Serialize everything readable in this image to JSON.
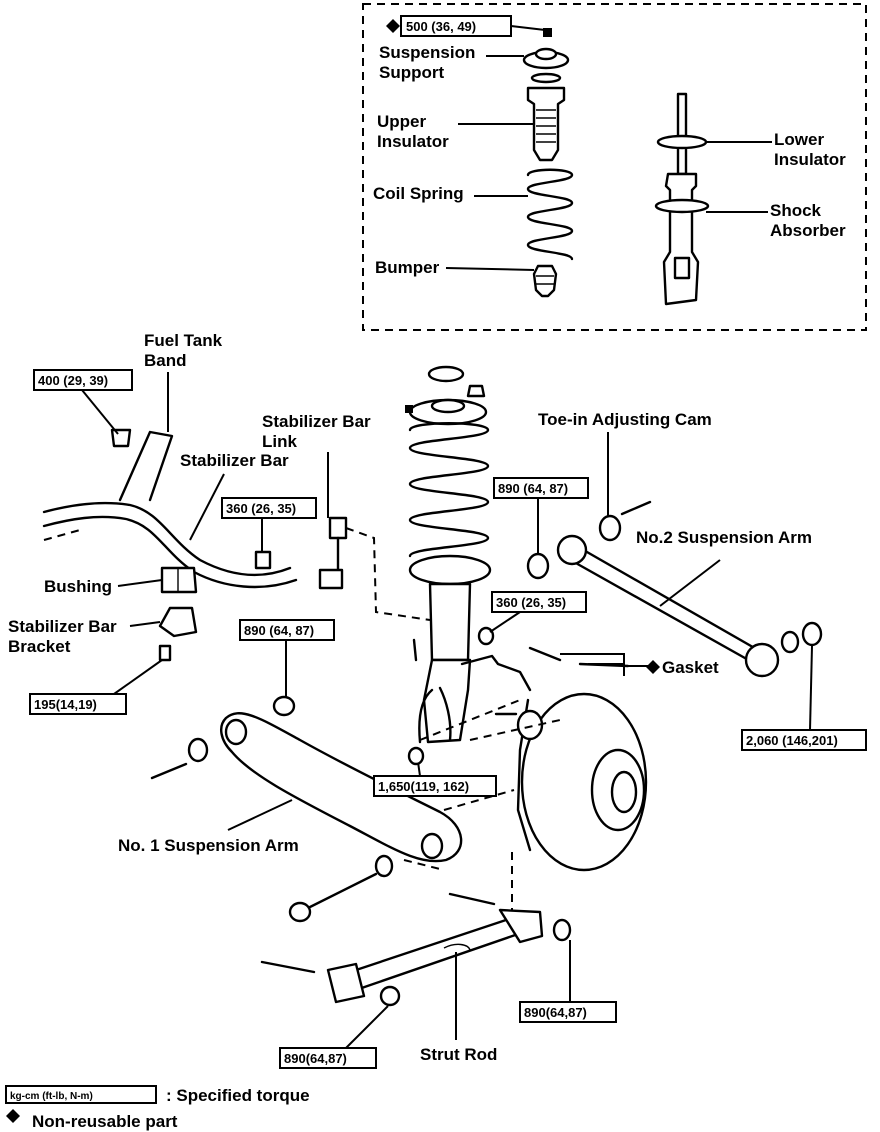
{
  "labels": {
    "suspension_support": [
      "Suspension",
      "Support"
    ],
    "upper_insulator": [
      "Upper",
      "Insulator"
    ],
    "coil_spring": "Coil Spring",
    "bumper": "Bumper",
    "lower_insulator": [
      "Lower",
      "Insulator"
    ],
    "shock_absorber": [
      "Shock",
      "Absorber"
    ],
    "fuel_tank_band": [
      "Fuel Tank",
      "Band"
    ],
    "stabilizer_bar_link": [
      "Stabilizer Bar",
      "Link"
    ],
    "stabilizer_bar": "Stabilizer Bar",
    "toe_in_adjusting_cam": "Toe-in Adjusting Cam",
    "no2_suspension_arm": "No.2 Suspension Arm",
    "bushing": "Bushing",
    "stabilizer_bar_bracket": [
      "Stabilizer Bar",
      "Bracket"
    ],
    "gasket": "Gasket",
    "no1_suspension_arm": "No. 1 Suspension Arm",
    "strut_rod": "Strut Rod"
  },
  "torques": {
    "t500": "500 (36, 49)",
    "t400": "400 (29, 39)",
    "t360_a": "360 (26, 35)",
    "t890_a": "890 (64, 87)",
    "t890_b": "890 (64, 87)",
    "t360_b": "360 (26, 35)",
    "t195": "195(14,19)",
    "t2060": "2,060 (146,201)",
    "t1650": "1,650(119, 162)",
    "t890_c": "890(64,87)",
    "t890_d": "890(64,87)"
  },
  "legend": {
    "torque_box": "kg-cm (ft-lb, N-m)",
    "torque_text": ": Specified torque",
    "nonreusable_text": "Non-reusable part"
  }
}
